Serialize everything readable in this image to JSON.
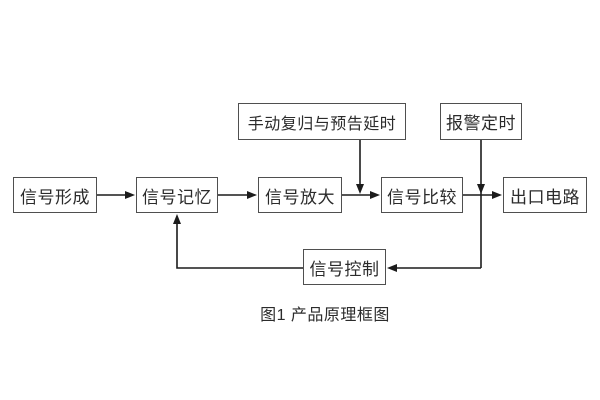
{
  "diagram": {
    "nodes": {
      "signal_formation": {
        "label": "信号形成"
      },
      "signal_memory": {
        "label": "信号记忆"
      },
      "signal_amplification": {
        "label": "信号放大"
      },
      "signal_comparison": {
        "label": "信号比较"
      },
      "output_circuit": {
        "label": "出口电路"
      },
      "manual_reset_delay": {
        "label": "手动复归与预告延时"
      },
      "alarm_timing": {
        "label": "报警定时"
      },
      "signal_control": {
        "label": "信号控制"
      }
    },
    "edges": [
      {
        "from": "signal_formation",
        "to": "signal_memory"
      },
      {
        "from": "signal_memory",
        "to": "signal_amplification"
      },
      {
        "from": "signal_amplification",
        "to": "signal_comparison"
      },
      {
        "from": "signal_comparison",
        "to": "output_circuit"
      },
      {
        "from": "manual_reset_delay",
        "to": "junction_amplify_compare"
      },
      {
        "from": "alarm_timing",
        "to": "junction_compare_output"
      },
      {
        "from": "junction_compare_output",
        "to": "signal_control"
      },
      {
        "from": "signal_control",
        "to": "signal_memory"
      }
    ],
    "caption": "图1 产品原理框图",
    "colors": {
      "background": "#ffffff",
      "box_border": "#4f4f4f",
      "arrow": "#1c1c1c",
      "text": "#2b2b2b"
    }
  }
}
